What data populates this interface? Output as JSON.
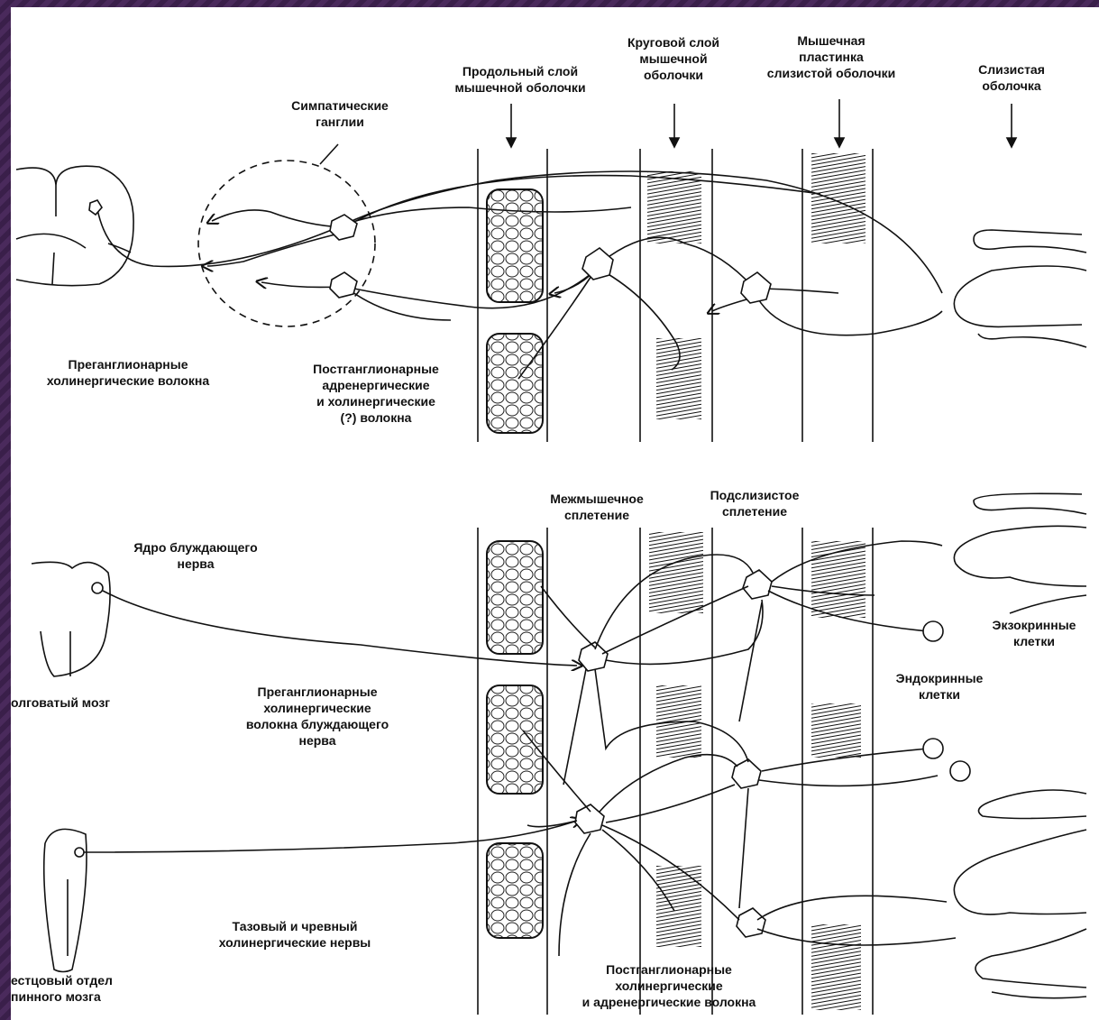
{
  "top_diagram": {
    "labels": {
      "longitudinal_layer": "Продольный слой\nмышечной оболочки",
      "circular_layer": "Круговой слой\nмышечной\nоболочки",
      "muscularis_mucosae": "Мышечная\nпластинка\nслизистой оболочки",
      "mucosa": "Слизистая\nоболочка",
      "sympathetic_ganglia": "Симпатические\nганглии",
      "preganglionic_fibers": "Преганглионарные\nхолинергические волокна",
      "postganglionic_fibers": "Постганглионарные\nадренергические\nи холинергические\n(?) волокна"
    }
  },
  "bottom_diagram": {
    "labels": {
      "myenteric_plexus": "Межмышечное\nсплетение",
      "submucosal_plexus": "Подслизистое\nсплетение",
      "vagus_nucleus": "Ядро блуждающего\nнерва",
      "medulla": "олговатый мозг",
      "vagal_preganglionic": "Преганглионарные\nхолинергические\nволокна блуждающего\nнерва",
      "exocrine_cells": "Экзокринные\nклетки",
      "endocrine_cells": "Эндокринные\nклетки",
      "pelvic_nerves": "Тазовый и чревный\nхолинергические нервы",
      "sacral_cord": "естцовый отдел\nпинного мозга",
      "postganglionic_bottom": "Постганглионарные\nхолинергические\nи адренергические волокна"
    }
  }
}
